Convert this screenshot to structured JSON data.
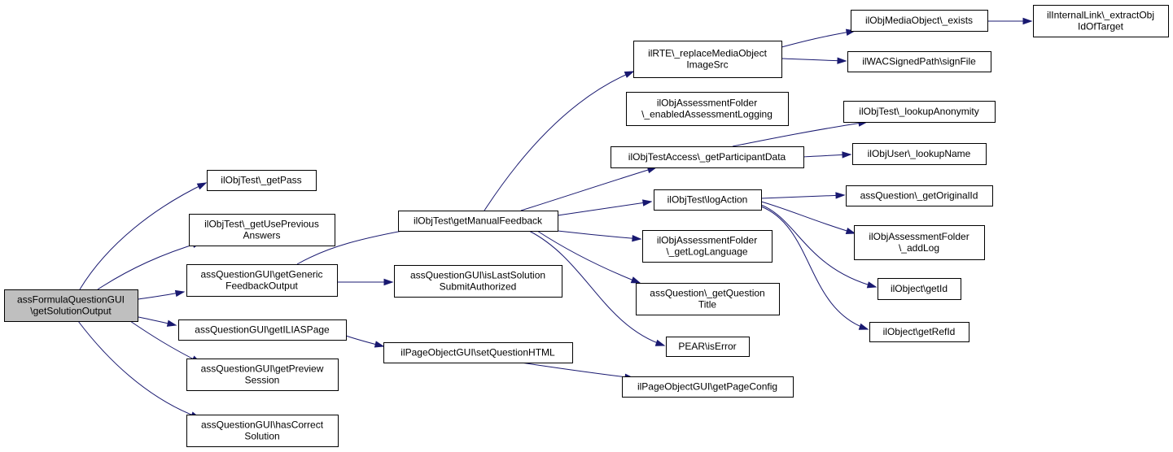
{
  "colors": {
    "node_fill": "#ffffff",
    "root_fill": "#bfbfbf",
    "edge": "#191970",
    "text": "#000000"
  },
  "nodes": [
    {
      "id": "root",
      "lines": [
        "assFormulaQuestionGUI",
        "\\getSolutionOutput"
      ],
      "root": true
    },
    {
      "id": "n_getpass",
      "lines": [
        "ilObjTest\\_getPass"
      ]
    },
    {
      "id": "n_useprev",
      "lines": [
        "ilObjTest\\_getUsePrevious",
        "Answers"
      ]
    },
    {
      "id": "n_genfb",
      "lines": [
        "assQuestionGUI\\getGeneric",
        "FeedbackOutput"
      ]
    },
    {
      "id": "n_ilias",
      "lines": [
        "assQuestionGUI\\getILIASPage"
      ]
    },
    {
      "id": "n_preview",
      "lines": [
        "assQuestionGUI\\getPreview",
        "Session"
      ]
    },
    {
      "id": "n_hascorr",
      "lines": [
        "assQuestionGUI\\hasCorrect",
        "Solution"
      ]
    },
    {
      "id": "n_manfb",
      "lines": [
        "ilObjTest\\getManualFeedback"
      ]
    },
    {
      "id": "n_islast",
      "lines": [
        "assQuestionGUI\\isLastSolution",
        "SubmitAuthorized"
      ]
    },
    {
      "id": "n_setqh",
      "lines": [
        "ilPageObjectGUI\\setQuestionHTML"
      ]
    },
    {
      "id": "n_rte",
      "lines": [
        "ilRTE\\_replaceMediaObject",
        "ImageSrc"
      ]
    },
    {
      "id": "n_enlog",
      "lines": [
        "ilObjAssessmentFolder",
        "\\_enabledAssessmentLogging"
      ]
    },
    {
      "id": "n_partdata",
      "lines": [
        "ilObjTestAccess\\_getParticipantData"
      ]
    },
    {
      "id": "n_logaction",
      "lines": [
        "ilObjTest\\logAction"
      ]
    },
    {
      "id": "n_loglang",
      "lines": [
        "ilObjAssessmentFolder",
        "\\_getLogLanguage"
      ]
    },
    {
      "id": "n_qtitle",
      "lines": [
        "assQuestion\\_getQuestion",
        "Title"
      ]
    },
    {
      "id": "n_pear",
      "lines": [
        "PEAR\\isError"
      ]
    },
    {
      "id": "n_pageconf",
      "lines": [
        "ilPageObjectGUI\\getPageConfig"
      ]
    },
    {
      "id": "n_mediaex",
      "lines": [
        "ilObjMediaObject\\_exists"
      ]
    },
    {
      "id": "n_wac",
      "lines": [
        "ilWACSignedPath\\signFile"
      ]
    },
    {
      "id": "n_anon",
      "lines": [
        "ilObjTest\\_lookupAnonymity"
      ]
    },
    {
      "id": "n_username",
      "lines": [
        "ilObjUser\\_lookupName"
      ]
    },
    {
      "id": "n_origid",
      "lines": [
        "assQuestion\\_getOriginalId"
      ]
    },
    {
      "id": "n_addlog",
      "lines": [
        "ilObjAssessmentFolder",
        "\\_addLog"
      ]
    },
    {
      "id": "n_getid",
      "lines": [
        "ilObject\\getId"
      ]
    },
    {
      "id": "n_getrefid",
      "lines": [
        "ilObject\\getRefId"
      ]
    },
    {
      "id": "n_extract",
      "lines": [
        "ilInternalLink\\_extractObj",
        "IdOfTarget"
      ]
    }
  ],
  "edges": [
    {
      "from": "root",
      "to": "n_getpass"
    },
    {
      "from": "root",
      "to": "n_useprev"
    },
    {
      "from": "root",
      "to": "n_genfb"
    },
    {
      "from": "root",
      "to": "n_ilias"
    },
    {
      "from": "root",
      "to": "n_preview"
    },
    {
      "from": "root",
      "to": "n_hascorr"
    },
    {
      "from": "n_genfb",
      "to": "n_manfb"
    },
    {
      "from": "n_genfb",
      "to": "n_islast"
    },
    {
      "from": "n_ilias",
      "to": "n_setqh"
    },
    {
      "from": "n_setqh",
      "to": "n_pageconf"
    },
    {
      "from": "n_manfb",
      "to": "n_rte"
    },
    {
      "from": "n_manfb",
      "to": "n_partdata"
    },
    {
      "from": "n_manfb",
      "to": "n_logaction"
    },
    {
      "from": "n_manfb",
      "to": "n_loglang"
    },
    {
      "from": "n_manfb",
      "to": "n_qtitle"
    },
    {
      "from": "n_manfb",
      "to": "n_pear"
    },
    {
      "from": "n_rte",
      "to": "n_mediaex"
    },
    {
      "from": "n_rte",
      "to": "n_wac"
    },
    {
      "from": "n_mediaex",
      "to": "n_extract"
    },
    {
      "from": "n_partdata",
      "to": "n_anon"
    },
    {
      "from": "n_partdata",
      "to": "n_username"
    },
    {
      "from": "n_logaction",
      "to": "n_origid"
    },
    {
      "from": "n_logaction",
      "to": "n_addlog"
    },
    {
      "from": "n_logaction",
      "to": "n_getid"
    },
    {
      "from": "n_logaction",
      "to": "n_getrefid"
    }
  ]
}
